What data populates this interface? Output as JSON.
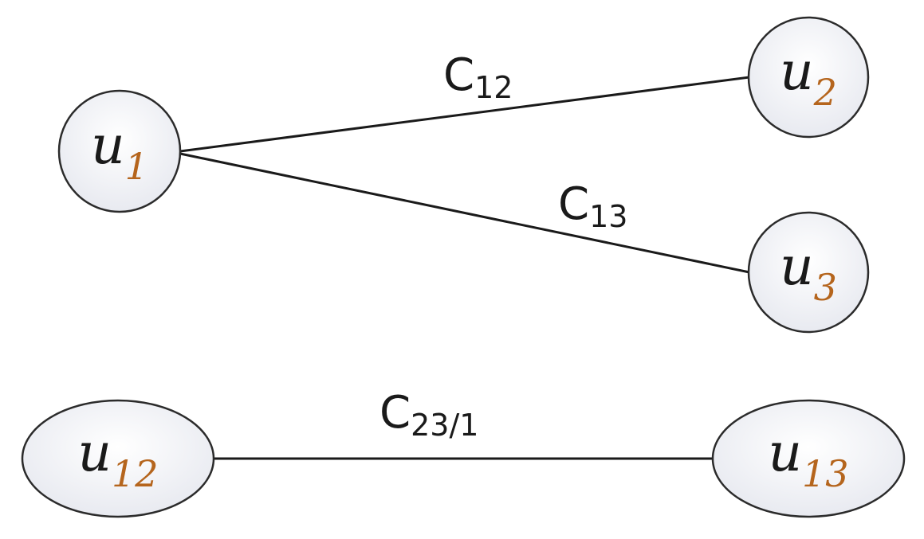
{
  "diagram": {
    "nodes": [
      {
        "id": "u1",
        "base": "u",
        "sub": "1"
      },
      {
        "id": "u2",
        "base": "u",
        "sub": "2"
      },
      {
        "id": "u3",
        "base": "u",
        "sub": "3"
      },
      {
        "id": "u12",
        "base": "u",
        "sub": "12"
      },
      {
        "id": "u13",
        "base": "u",
        "sub": "13"
      }
    ],
    "edges": [
      {
        "from": "u1",
        "to": "u2",
        "base": "C",
        "sub": "12"
      },
      {
        "from": "u1",
        "to": "u3",
        "base": "C",
        "sub": "13"
      },
      {
        "from": "u12",
        "to": "u13",
        "base": "C",
        "sub": "23/1"
      }
    ],
    "colors": {
      "stroke": "#2b2b2b",
      "node_fill_center": "#ffffff",
      "node_fill_edge": "#e6e8ef",
      "subscript": "#b5651d"
    }
  }
}
